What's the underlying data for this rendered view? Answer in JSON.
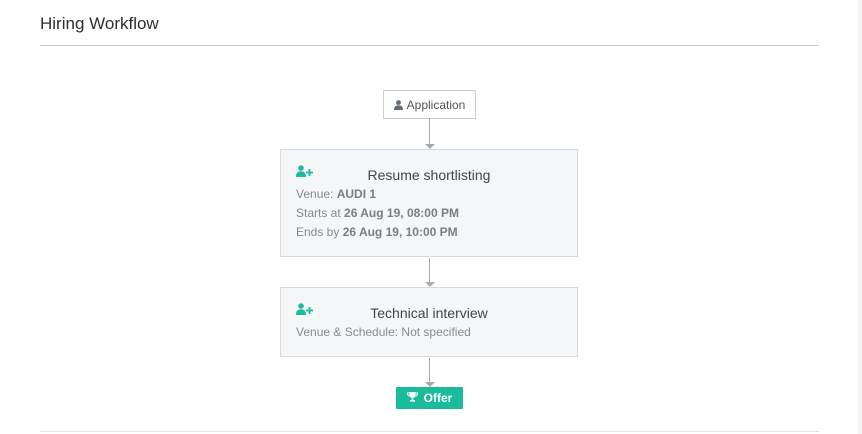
{
  "header": {
    "title": "Hiring Workflow"
  },
  "workflow": {
    "start": {
      "label": "Application",
      "icon": "user-icon"
    },
    "stages": [
      {
        "icon": "user-plus-icon",
        "title": "Resume shortlisting",
        "venue_label": "Venue:",
        "venue": "AUDI 1",
        "start_label": "Starts at",
        "start": "26 Aug 19, 08:00 PM",
        "end_label": "Ends by",
        "end": "26 Aug 19, 10:00 PM"
      },
      {
        "icon": "user-plus-icon",
        "title": "Technical interview",
        "schedule_text": "Venue & Schedule: Not specified"
      }
    ],
    "end": {
      "label": "Offer",
      "icon": "trophy-icon"
    }
  },
  "colors": {
    "accent": "#1abc9c",
    "stage_bg": "#f4f6f8",
    "text_muted": "#8a8a8a"
  }
}
